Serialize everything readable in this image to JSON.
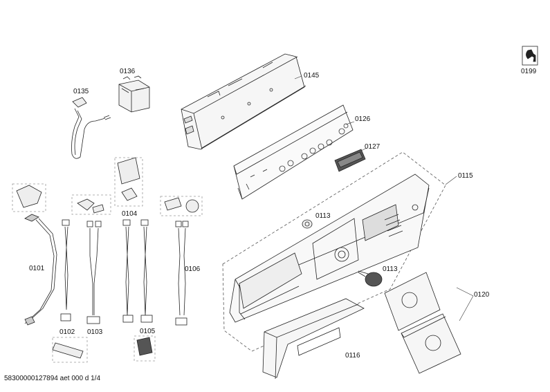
{
  "labels": {
    "p0101": "0101",
    "p0102": "0102",
    "p0103": "0103",
    "p0104": "0104",
    "p0105": "0105",
    "p0106": "0106",
    "p0113a": "0113",
    "p0113b": "0113",
    "p0115": "0115",
    "p0116": "0116",
    "p0120": "0120",
    "p0126": "0126",
    "p0127": "0127",
    "p0135": "0135",
    "p0136": "0136",
    "p0145": "0145",
    "p0199": "0199"
  },
  "footer": "58300000127894 aet 000 d 1/4",
  "colors": {
    "line": "#222222",
    "dash": "#555555",
    "fill": "#f4f4f4",
    "shade": "#cfcfcf"
  },
  "icons": [
    "wrench-icon"
  ]
}
